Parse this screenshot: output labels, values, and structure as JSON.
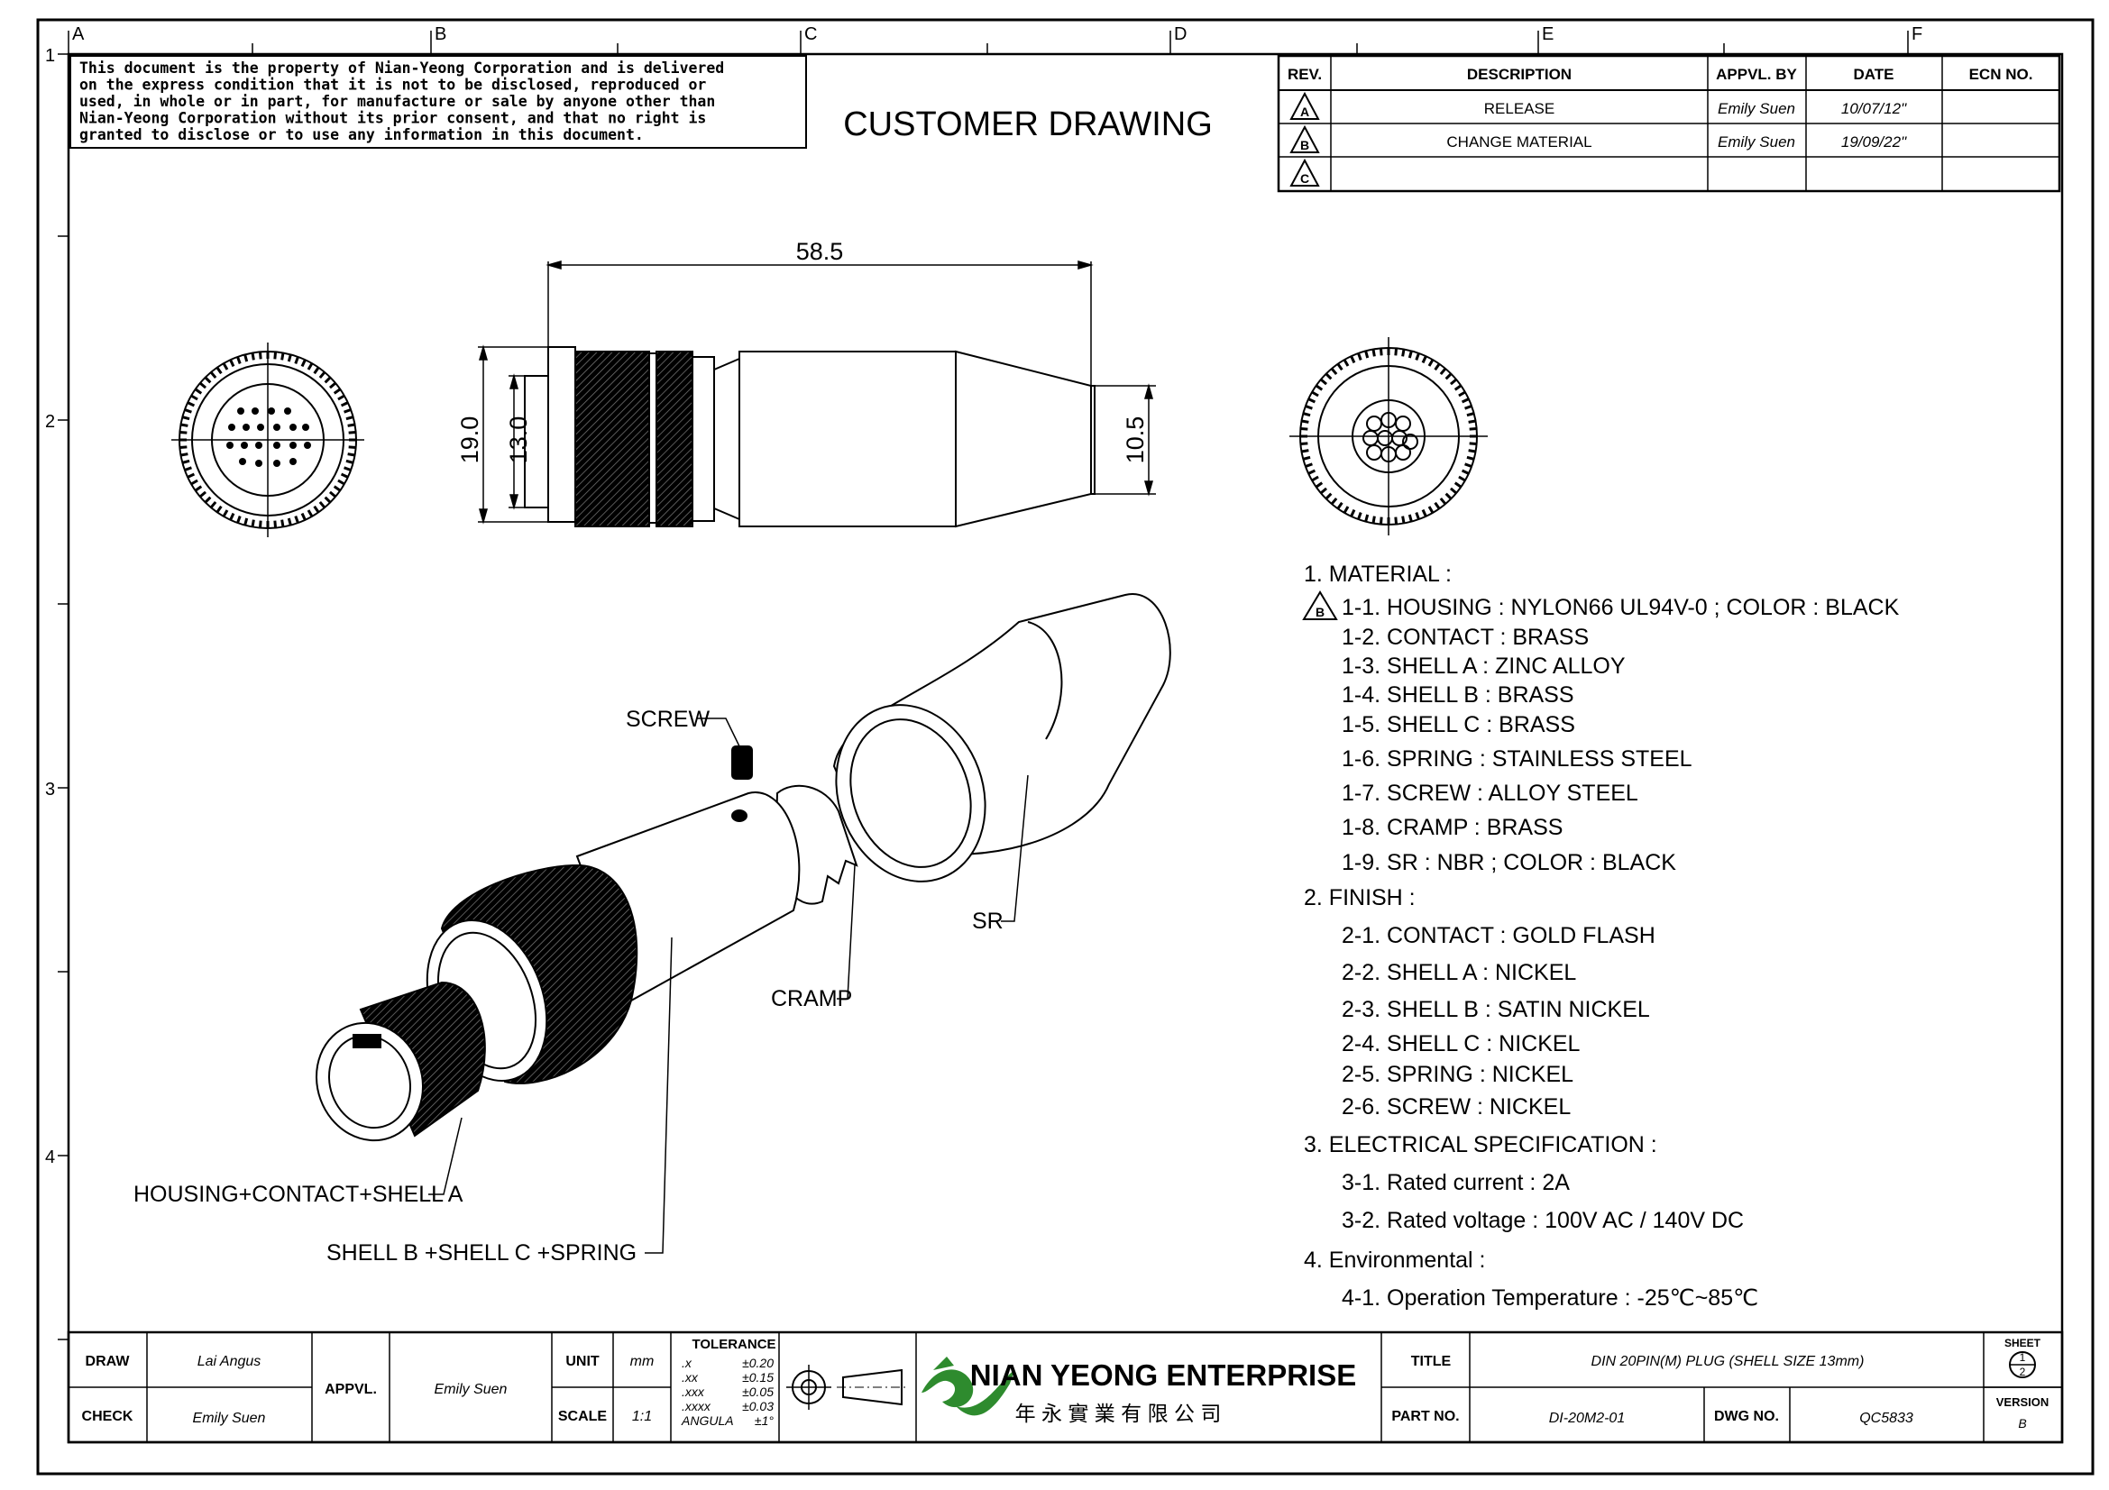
{
  "header": {
    "notice_lines": [
      "This document is the property of Nian-Yeong Corporation and is delivered",
      "on  the  express condition that it is not to be disclosed, reproduced or",
      "used, in whole or in part, for manufacture or sale by anyone other than",
      "Nian-Yeong Corporation without  its prior consent, and that  no right  is",
      "granted to disclose or to use any information in this  document."
    ],
    "title": "CUSTOMER  DRAWING"
  },
  "grid": {
    "columns": [
      "A",
      "B",
      "C",
      "D",
      "E",
      "F"
    ],
    "rows": [
      "1",
      "2",
      "3",
      "4"
    ]
  },
  "revisions": {
    "headers": [
      "REV.",
      "DESCRIPTION",
      "APPVL. BY",
      "DATE",
      "ECN NO."
    ],
    "rows": [
      {
        "rev": "A",
        "description": "RELEASE",
        "by": "Emily Suen",
        "date": "10/07/12\"",
        "ecn": ""
      },
      {
        "rev": "B",
        "description": "CHANGE MATERIAL",
        "by": "Emily Suen",
        "date": "19/09/22\"",
        "ecn": ""
      },
      {
        "rev": "C",
        "description": "",
        "by": "",
        "date": "",
        "ecn": ""
      }
    ]
  },
  "dimensions": {
    "length": "58.5",
    "dia_outer": "19.0",
    "dia_inner": "13.0",
    "dia_tail": "10.5"
  },
  "callouts": {
    "screw": "SCREW",
    "sr": "SR",
    "cramp": "CRAMP",
    "housing": "HOUSING+CONTACT+SHELL A",
    "shell": "SHELL B +SHELL C +SPRING"
  },
  "spec": {
    "rev_mark": "B",
    "lines": [
      "1. MATERIAL :",
      "1-1. HOUSING : NYLON66 UL94V-0 ; COLOR : BLACK",
      "1-2. CONTACT : BRASS",
      "1-3. SHELL A : ZINC ALLOY",
      "1-4. SHELL B : BRASS",
      "1-5. SHELL C : BRASS",
      "1-6. SPRING : STAINLESS STEEL",
      "1-7. SCREW : ALLOY STEEL",
      "1-8. CRAMP : BRASS",
      "1-9. SR : NBR ; COLOR : BLACK",
      "2. FINISH :",
      "2-1. CONTACT : GOLD FLASH",
      "2-2. SHELL A : NICKEL",
      "2-3. SHELL B : SATIN NICKEL",
      "2-4. SHELL C : NICKEL",
      "2-5. SPRING : NICKEL",
      "2-6. SCREW : NICKEL",
      "3. ELECTRICAL SPECIFICATION :",
      "3-1. Rated current : 2A",
      "3-2. Rated voltage : 100V AC / 140V DC",
      "4. Environmental :",
      "4-1. Operation Temperature : -25℃~85℃"
    ]
  },
  "title_block": {
    "draw_label": "DRAW",
    "draw_value": "Lai Angus",
    "check_label": "CHECK",
    "check_value": "Emily Suen",
    "appvl_label": "APPVL.",
    "appvl_value": "Emily Suen",
    "unit_label": "UNIT",
    "unit_value": "mm",
    "scale_label": "SCALE",
    "scale_value": "1:1",
    "tolerance_label": "TOLERANCE",
    "tolerances": [
      {
        "k": ".x",
        "v": "±0.20"
      },
      {
        "k": ".xx",
        "v": "±0.15"
      },
      {
        "k": ".xxx",
        "v": "±0.05"
      },
      {
        "k": ".xxxx",
        "v": "±0.03"
      },
      {
        "k": "ANGULA",
        "v": "±1°"
      }
    ],
    "company_en": "NIAN YEONG ENTERPRISE",
    "company_zh": "年 永 實 業 有 限 公 司",
    "title_label": "TITLE",
    "title_value": "DIN 20PIN(M) PLUG (SHELL SIZE 13mm)",
    "part_label": "PART NO.",
    "part_value": "DI-20M2-01",
    "dwg_label": "DWG NO.",
    "dwg_value": "QC5833",
    "sheet_label": "SHEET",
    "sheet_num": "1",
    "sheet_den": "2",
    "version_label": "VERSION",
    "version_value": "B"
  },
  "colors": {
    "ink": "#000000",
    "logo_green": "#2e8b2e"
  }
}
